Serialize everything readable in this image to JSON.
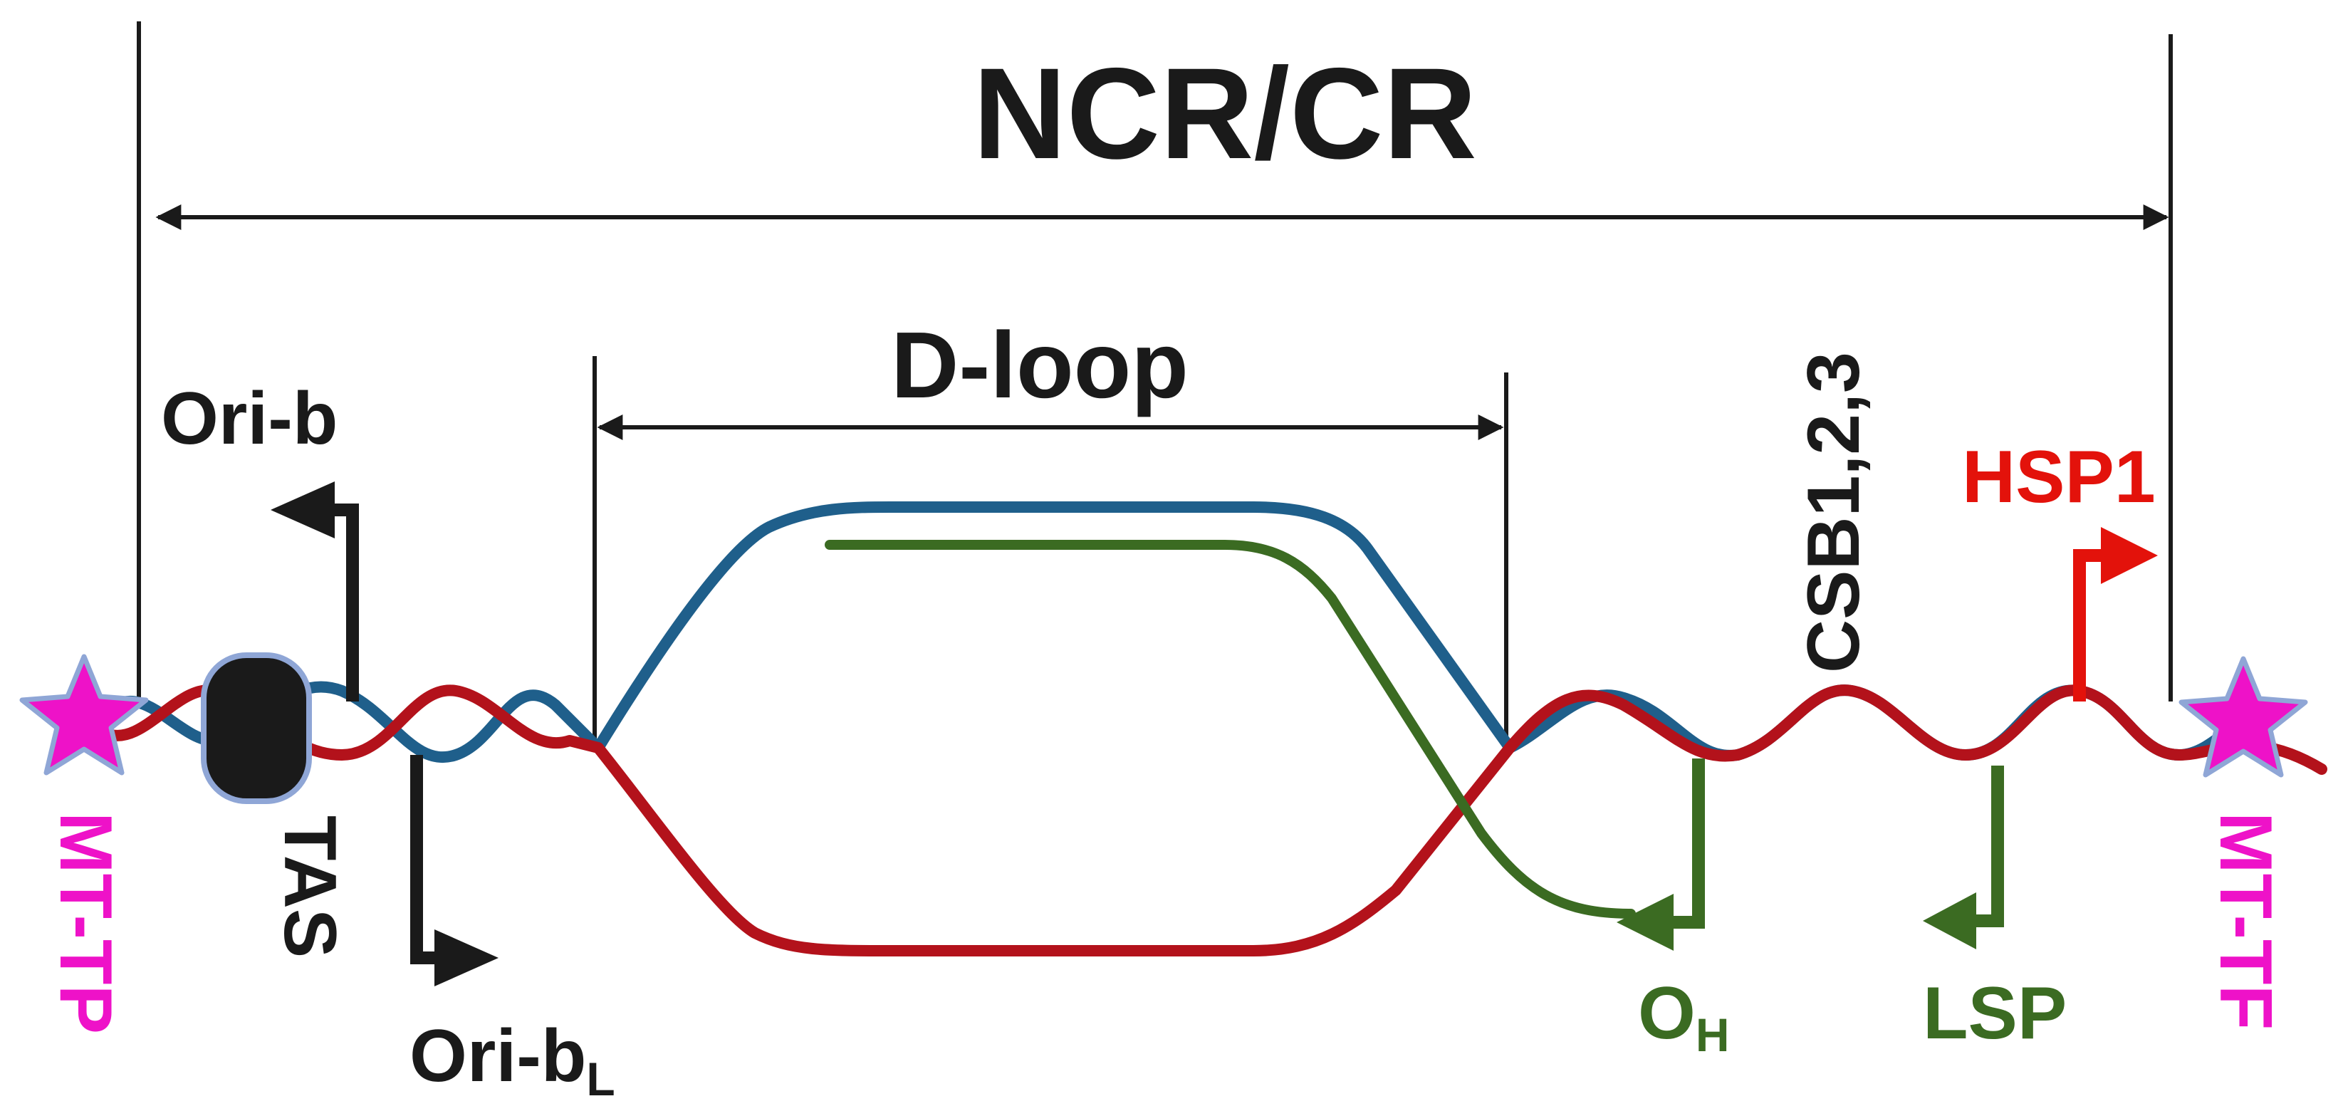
{
  "labels": {
    "ncr_cr": "NCR/CR",
    "d_loop": "D-loop",
    "ori_b": "Ori-b",
    "ori_bl_main": "Ori-b",
    "ori_bl_sub": "L",
    "tas": "TAS",
    "csb": "CSB1,2,3",
    "hsp1": "HSP1",
    "oh_main": "O",
    "oh_sub": "H",
    "lsp": "LSP",
    "mt_tp": "MT-TP",
    "mt_tf": "MT-TF"
  },
  "colors": {
    "black": "#1a1a1a",
    "blue_strand": "#1f5f8b",
    "red_strand": "#b3121b",
    "green": "#3b6b22",
    "hsp_red": "#e3120b",
    "magenta": "#ee12c8",
    "star_stroke": "#8fa6d6",
    "tas_stroke": "#8fa6d6"
  }
}
